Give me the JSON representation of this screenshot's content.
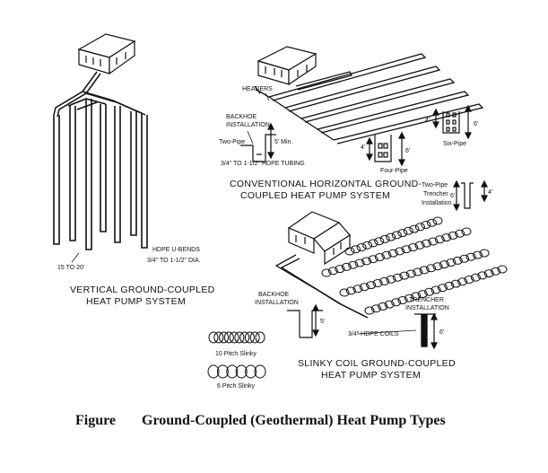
{
  "vertical": {
    "label_ubends": "HDPE U-BENDS",
    "label_dia": "3/4\" TO 1-1/2\" DIA.",
    "label_depth": "15 TO 20'",
    "title_line1": "VERTICAL GROUND-COUPLED",
    "title_line2": "HEAT PUMP SYSTEM"
  },
  "horizontal": {
    "label_headers": "HEADERS",
    "label_backhoe_1": "BACKHOE",
    "label_backhoe_2": "INSTALLATION",
    "label_two_pipe": "Two-Pipe",
    "label_min": "5' Min.",
    "label_tubing": "3/4\" TO 1-1/2\" HDPE TUBING",
    "label_four_pipe": "Four-Pipe",
    "label_4ft_a": "4'",
    "label_6ft_a": "6'",
    "label_4ft_b": "4'",
    "label_6ft_b": "6'",
    "label_six_pipe": "Six-Pipe",
    "label_trencher_1": "Two-Pipe",
    "label_trencher_2": "Trencher",
    "label_trencher_3": "Installation",
    "label_6ft_c": "6'",
    "label_4ft_c": "4'",
    "title_line1": "CONVENTIONAL HORIZONTAL GROUND-",
    "title_line2": "COUPLED HEAT PUMP SYSTEM"
  },
  "slinky": {
    "label_backhoe_1": "BACKHOE",
    "label_backhoe_2": "INSTALLATION",
    "label_5ft": "5'",
    "label_trencher_1": "TRENCHER",
    "label_trencher_2": "INSTALLATION",
    "label_coils": "3/4\" HDPE COILS",
    "label_6ft": "6'",
    "label_10pitch": "10 Pitch Slinky",
    "label_6pitch": "6 Pitch Slinky",
    "title_line1": "SLINKY COIL GROUND-COUPLED",
    "title_line2": "HEAT PUMP SYSTEM"
  },
  "caption": {
    "prefix": "Figure",
    "text": "Ground-Coupled (Geothermal) Heat Pump Types"
  }
}
